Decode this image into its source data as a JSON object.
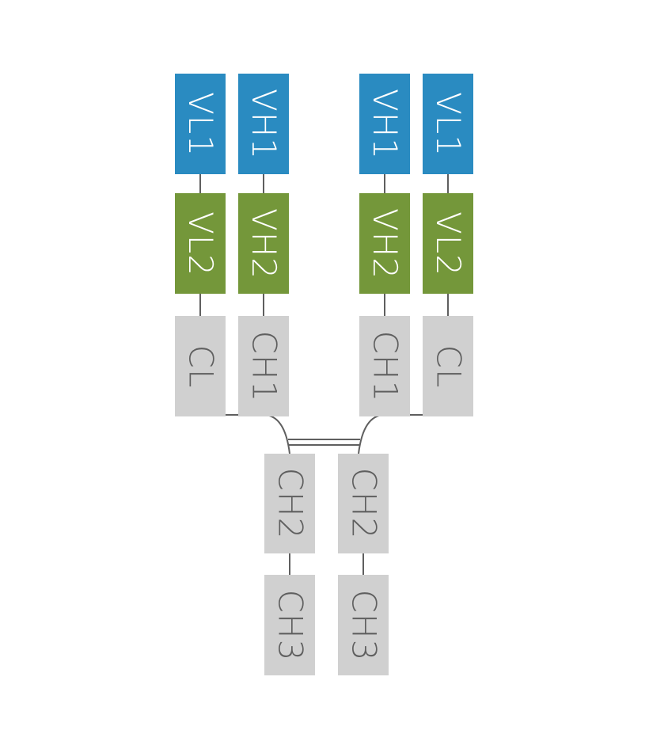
{
  "colors": {
    "variable": "#2a8bc1",
    "variable2": "#74973a",
    "constant": "#d0d0d0",
    "variable_text": "#ffffff",
    "constant_text": "#5f5f5f",
    "linker": "#5f5f5f"
  },
  "left_arm": {
    "light_chain": [
      "VL1",
      "VL2",
      "CL"
    ],
    "heavy_chain": [
      "VH1",
      "VH2",
      "CH1"
    ]
  },
  "right_arm": {
    "heavy_chain": [
      "VH1",
      "VH2",
      "CH1"
    ],
    "light_chain": [
      "VL1",
      "VL2",
      "CL"
    ]
  },
  "fc": {
    "left_chain": [
      "CH2",
      "CH3"
    ],
    "right_chain": [
      "CH2",
      "CH3"
    ]
  }
}
